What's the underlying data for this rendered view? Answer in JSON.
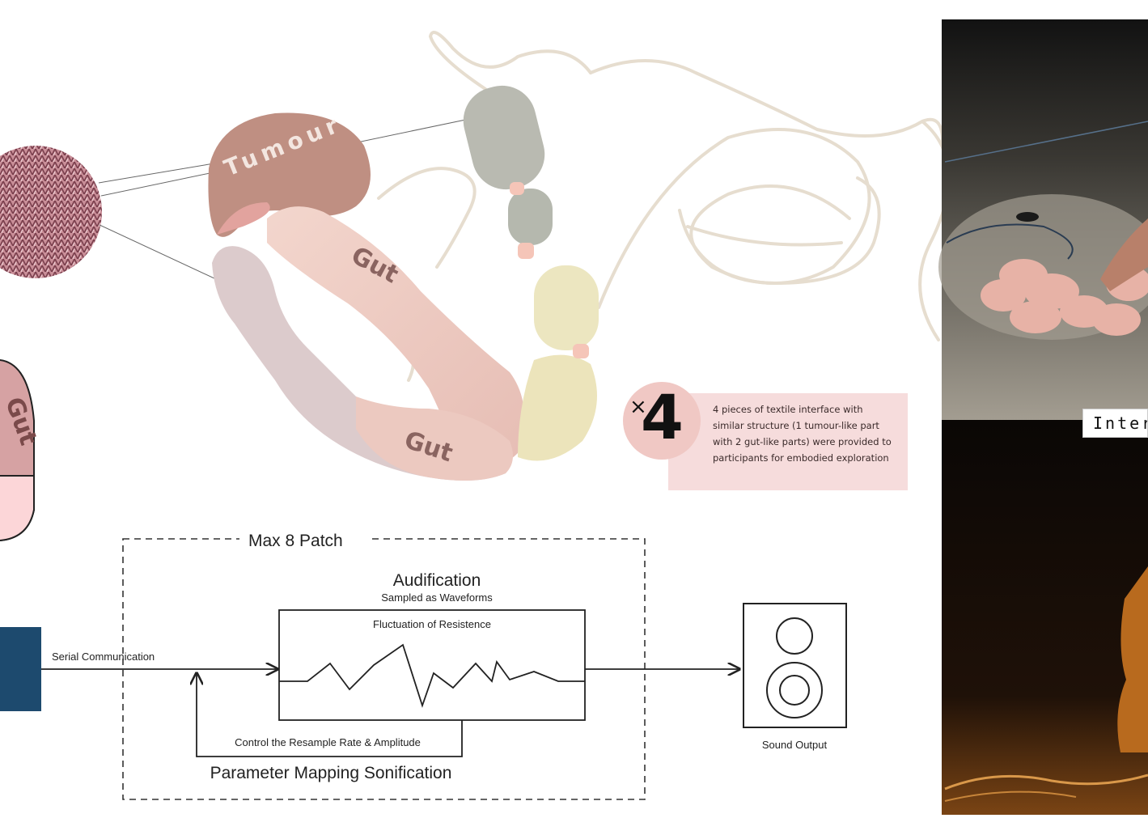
{
  "textile": {
    "tumour_label": "Tumour",
    "gut_upper_label": "Gut",
    "gut_lower_label": "Gut",
    "left_partial_label": "Gut"
  },
  "multiplier": {
    "symbol": "×",
    "count": "4",
    "caption": "4 pieces of textile interface with similar structure (1 tumour-like part with 2 gut-like parts) were provided to participants for embodied exploration"
  },
  "photo_panel": {
    "label": "Inter"
  },
  "patch": {
    "title": "Max 8 Patch",
    "audification_title": "Audification",
    "audification_subtitle": "Sampled as Waveforms",
    "waveform_label": "Fluctuation of Resistence",
    "serial_label": "Serial Communication",
    "control_label": "Control the Resample Rate & Amplitude",
    "pms_label": "Parameter Mapping Sonification",
    "output_label": "Sound Output"
  },
  "colors": {
    "tumour": "#bf8f82",
    "gut": "#efcfc6",
    "grey_segment": "#b9bab1",
    "cream_segment": "#ece6c0",
    "cord": "#eee7dc",
    "board": "#1d4a6e",
    "caption_bg": "#f6dcdc",
    "badge": "#f0c8c4"
  }
}
